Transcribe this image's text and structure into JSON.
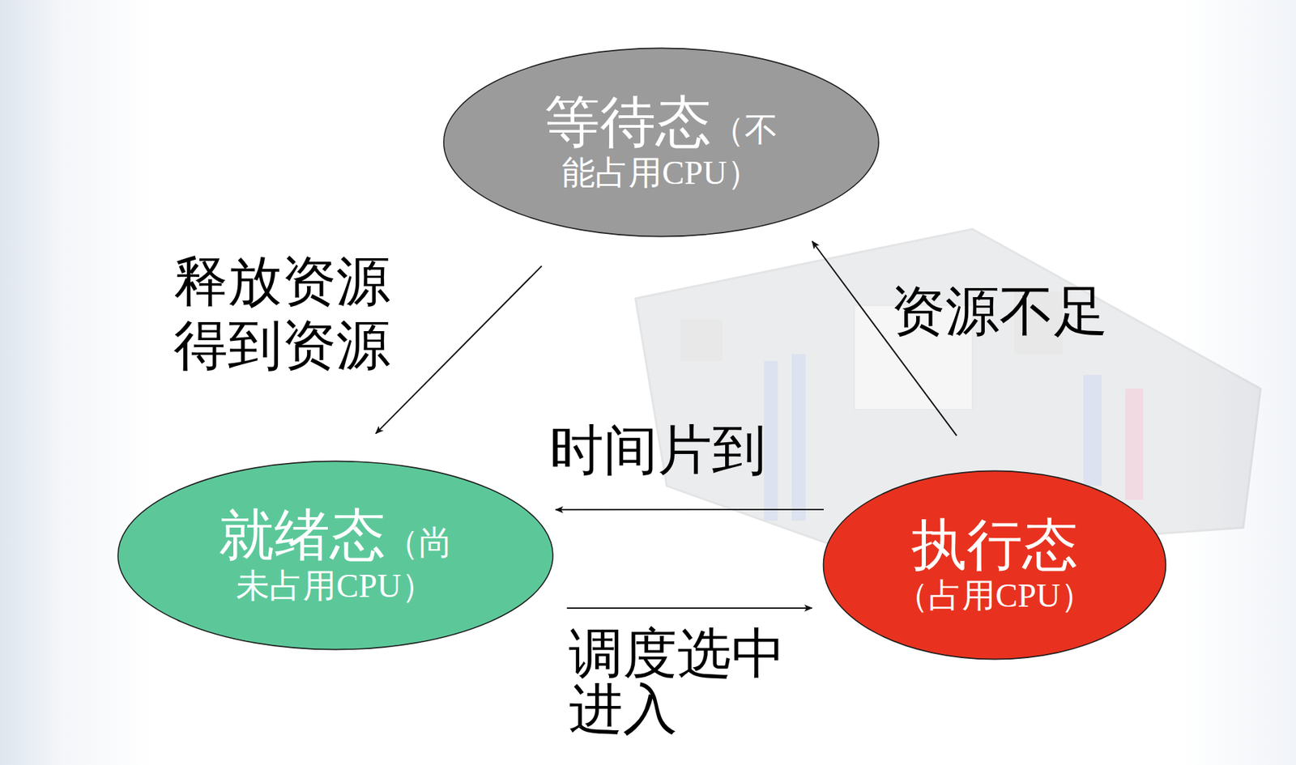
{
  "diagram": {
    "nodes": [
      {
        "text": [
          "等待态",
          "（不能占用CPU）"
        ]
      },
      {
        "text": [
          "就绪态",
          "（尚未占用CPU）"
        ]
      },
      {
        "text": [
          "执行态",
          "（占用CPU）"
        ]
      }
    ],
    "edges": [
      {
        "from": 0,
        "to": 1,
        "label": "释放资源 得到资源",
        "arrow": "to"
      },
      {
        "from": 2,
        "to": 0,
        "label": "资源不足",
        "arrow": "to"
      },
      {
        "from": 2,
        "to": 1,
        "label": "时间片到",
        "arrow": "to"
      },
      {
        "from": 1,
        "to": 2,
        "label": "调度选中 进入",
        "arrow": "to"
      }
    ]
  }
}
